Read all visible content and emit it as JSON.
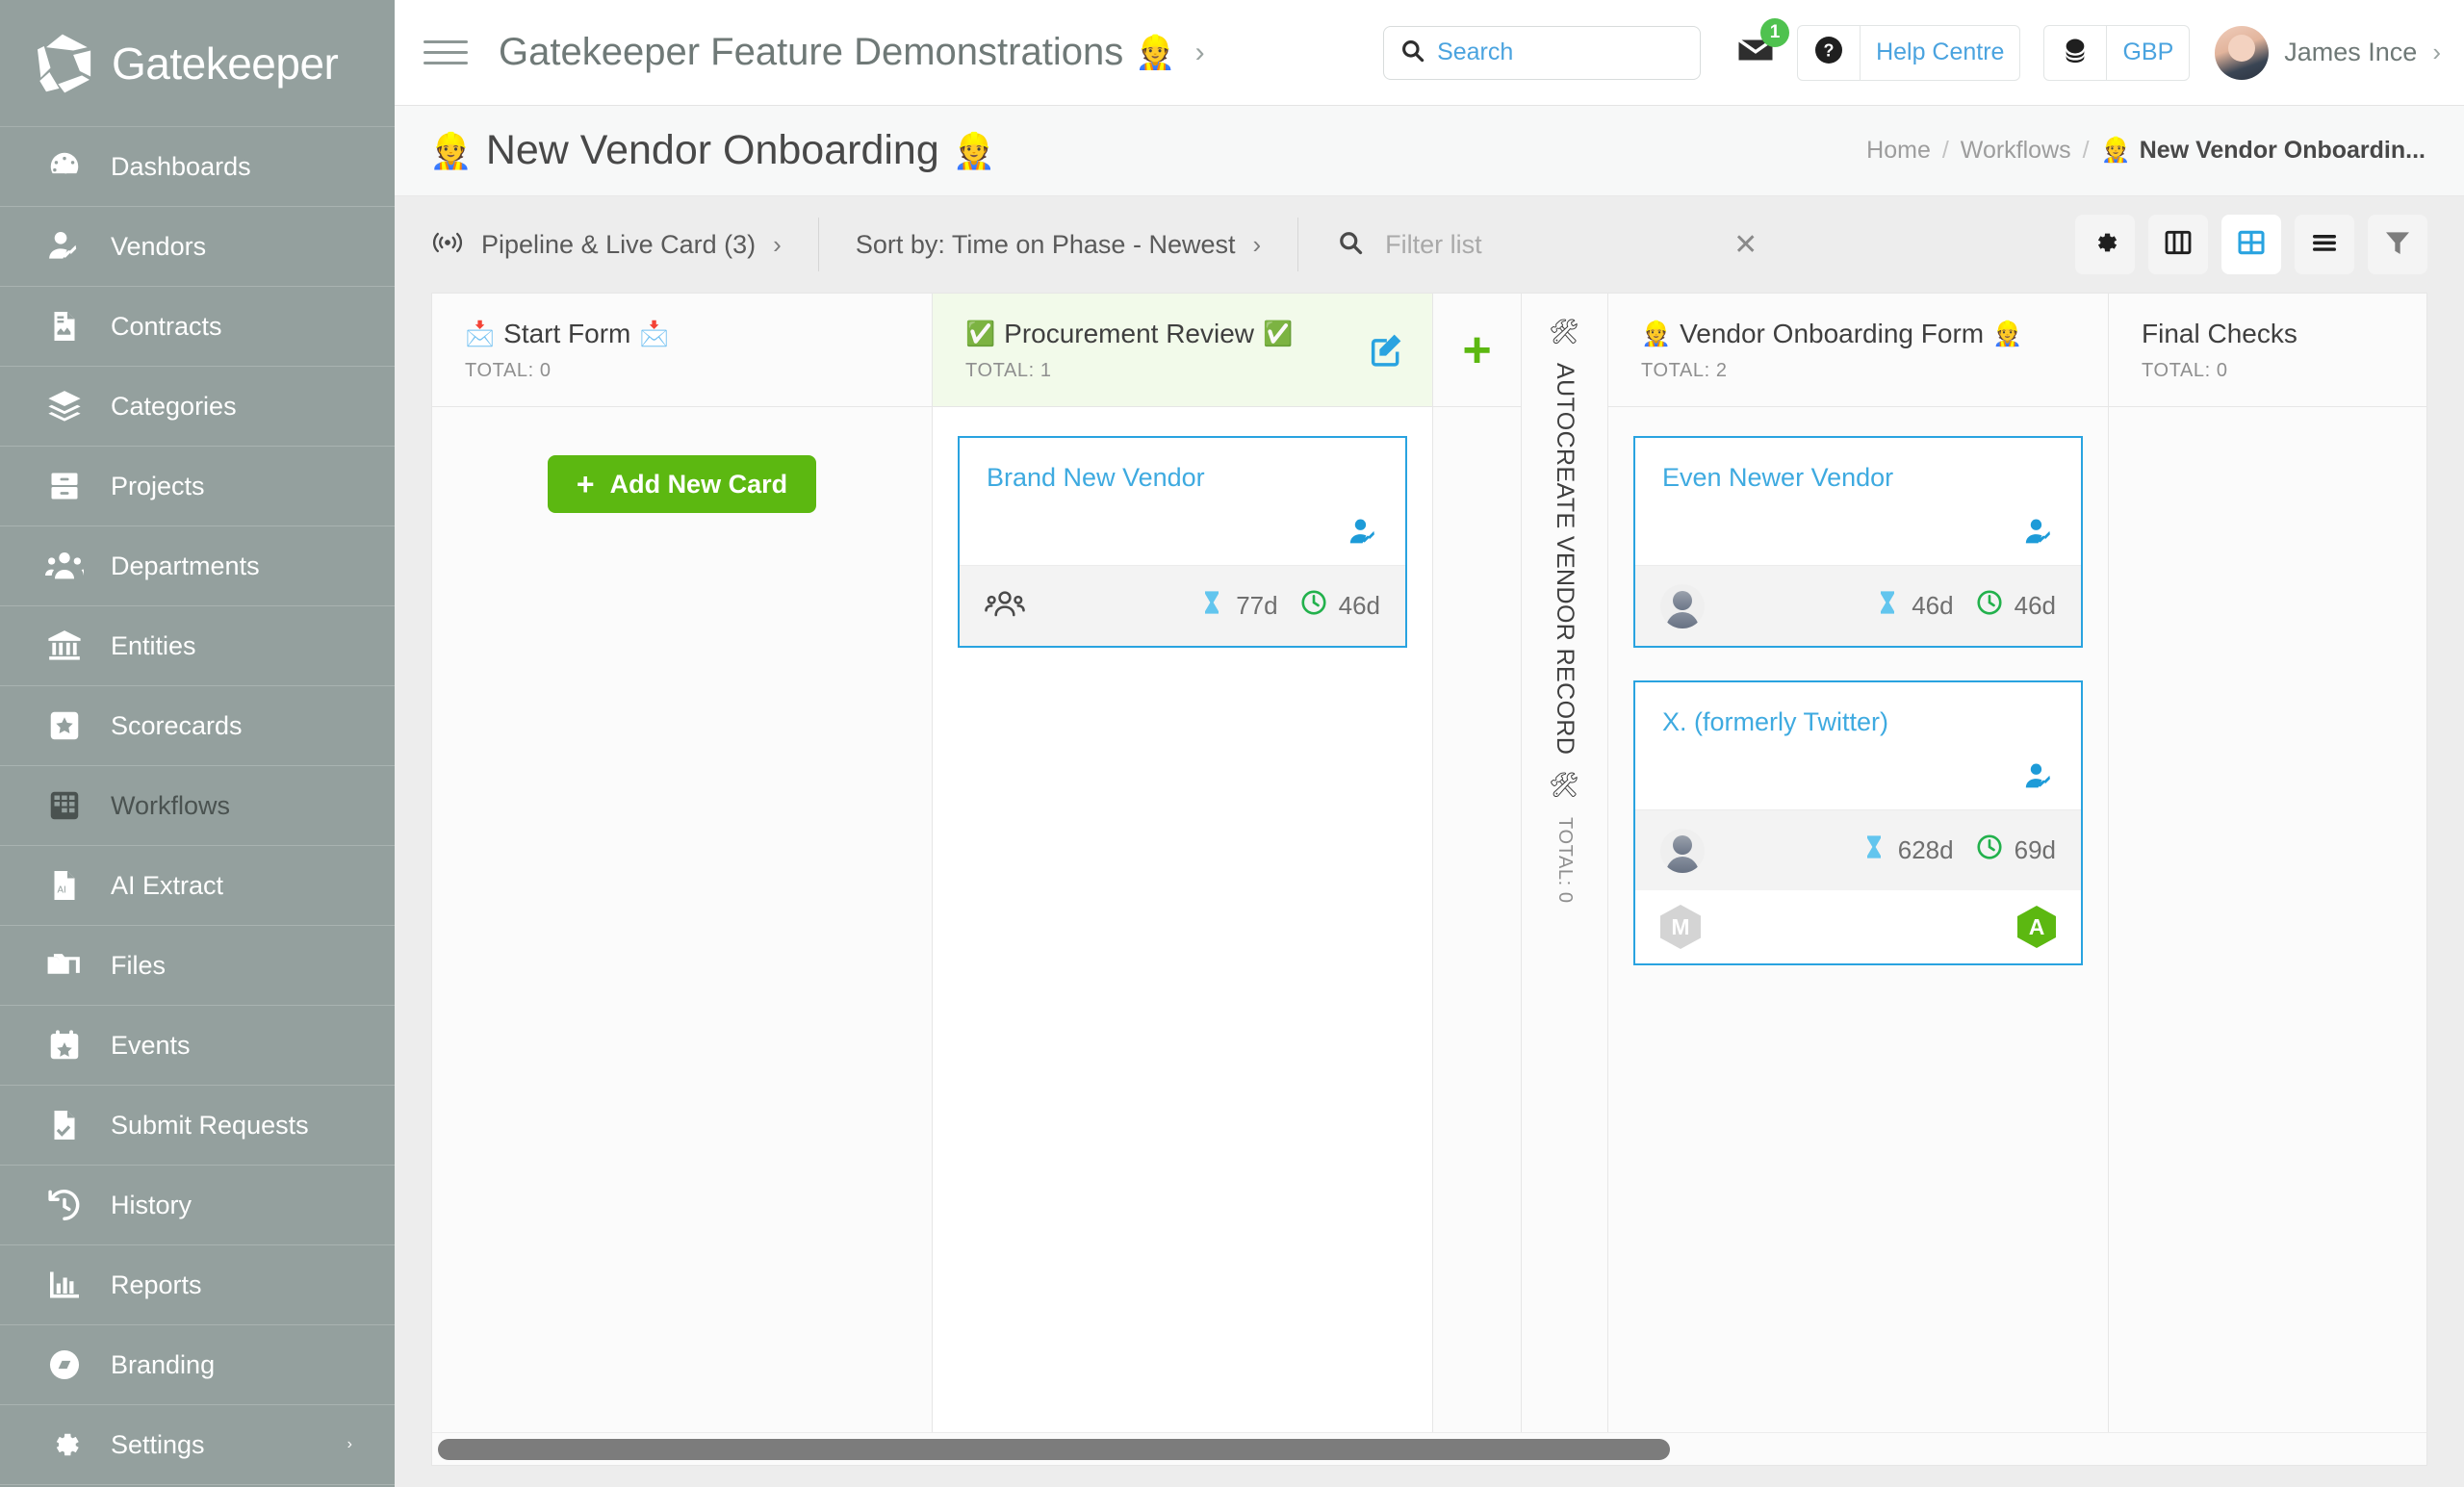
{
  "brand": {
    "name": "Gatekeeper",
    "logo_icon": "gatekeeper-aperture-logo"
  },
  "sidebar": {
    "items": [
      {
        "label": "Dashboards",
        "icon": "gauge-icon",
        "active": false
      },
      {
        "label": "Vendors",
        "icon": "vendor-user-tools-icon",
        "active": false
      },
      {
        "label": "Contracts",
        "icon": "contract-document-icon",
        "active": false
      },
      {
        "label": "Categories",
        "icon": "layers-icon",
        "active": false
      },
      {
        "label": "Projects",
        "icon": "file-drawer-icon",
        "active": false
      },
      {
        "label": "Departments",
        "icon": "people-group-icon",
        "active": false
      },
      {
        "label": "Entities",
        "icon": "bank-building-icon",
        "active": false
      },
      {
        "label": "Scorecards",
        "icon": "star-square-icon",
        "active": false
      },
      {
        "label": "Workflows",
        "icon": "grid-table-icon",
        "active": true
      },
      {
        "label": "AI Extract",
        "icon": "ai-document-icon",
        "active": false
      },
      {
        "label": "Files",
        "icon": "folders-icon",
        "active": false
      },
      {
        "label": "Events",
        "icon": "calendar-star-icon",
        "active": false
      },
      {
        "label": "Submit Requests",
        "icon": "document-check-icon",
        "active": false
      },
      {
        "label": "History",
        "icon": "clock-rewind-icon",
        "active": false
      },
      {
        "label": "Reports",
        "icon": "bar-chart-icon",
        "active": false
      },
      {
        "label": "Branding",
        "icon": "branding-circle-icon",
        "active": false
      },
      {
        "label": "Settings",
        "icon": "gear-icon",
        "active": false
      }
    ]
  },
  "header": {
    "menu_icon": "hamburger-icon",
    "title": "Gatekeeper Feature Demonstrations",
    "title_emoji": "👷",
    "title_chevron": "›",
    "search": {
      "icon": "search-icon",
      "placeholder": "Search",
      "value": ""
    },
    "mail": {
      "icon": "envelope-icon",
      "badge": "1"
    },
    "help": {
      "icon": "question-mark-icon",
      "label": "Help Centre"
    },
    "currency": {
      "icon": "coins-icon",
      "label": "GBP"
    },
    "user": {
      "name": "James Ince",
      "chevron": "›",
      "avatar": "user-avatar"
    }
  },
  "page": {
    "title": "New Vendor Onboarding",
    "title_emoji_left": "👷",
    "title_emoji_right": "👷",
    "breadcrumb": {
      "items": [
        "Home",
        "Workflows"
      ],
      "separator": "/",
      "current": "New Vendor Onboardin...",
      "current_emoji": "👷"
    }
  },
  "toolbar": {
    "pipeline": {
      "icon": "broadcast-icon",
      "label": "Pipeline & Live Card (3)",
      "chevron": "›"
    },
    "sort": {
      "label": "Sort by: Time on Phase - Newest",
      "chevron": "›"
    },
    "filter": {
      "icon": "search-icon",
      "placeholder": "Filter list",
      "value": "",
      "clear_icon": "close-icon"
    },
    "view_buttons": [
      {
        "name": "settings",
        "icon": "gear-icon",
        "active": false
      },
      {
        "name": "columns",
        "icon": "columns-view-icon",
        "active": false
      },
      {
        "name": "grid",
        "icon": "grid-view-icon",
        "active": true
      },
      {
        "name": "list",
        "icon": "list-view-icon",
        "active": false
      },
      {
        "name": "filter",
        "icon": "funnel-icon",
        "active": false
      }
    ]
  },
  "board": {
    "total_label_prefix": "TOTAL:",
    "add_card_button": {
      "label": "Add New Card",
      "plus": "+"
    },
    "add_phase_button": {
      "plus": "+"
    },
    "columns": [
      {
        "id": "start-form",
        "title": "Start Form",
        "emoji_left": "📩",
        "emoji_right": "📩",
        "total": "TOTAL: 0",
        "highlighted": false,
        "cards": []
      },
      {
        "id": "procurement-review",
        "title": "Procurement Review",
        "emoji_left": "✅",
        "emoji_right": "✅",
        "total": "TOTAL: 1",
        "highlighted": true,
        "edit_icon": "edit-pencil-icon",
        "cards": [
          {
            "title": "Brand New Vendor",
            "vendor_icon": "vendor-user-tools-icon",
            "owner_icon": "people-group-icon",
            "time_on_phase": "77d",
            "time_total": "46d",
            "hourglass_icon": "hourglass-icon",
            "clock_icon": "clock-icon",
            "has_bottom_row": false
          }
        ]
      },
      {
        "id": "autocreate-vendor-record",
        "title": "AUTOCREATE VENDOR RECORD",
        "emoji_left": "🛠",
        "emoji_right": "🛠",
        "total": "TOTAL: 0",
        "vertical": true,
        "cards": []
      },
      {
        "id": "vendor-onboarding-form",
        "title": "Vendor Onboarding Form",
        "emoji_left": "👷",
        "emoji_right": "👷",
        "total": "TOTAL: 2",
        "highlighted": false,
        "cards": [
          {
            "title": "Even Newer Vendor",
            "vendor_icon": "vendor-user-tools-icon",
            "owner_icon": "avatar-icon",
            "time_on_phase": "46d",
            "time_total": "46d",
            "hourglass_icon": "hourglass-icon",
            "clock_icon": "clock-icon",
            "has_bottom_row": false
          },
          {
            "title": "X. (formerly Twitter)",
            "vendor_icon": "vendor-user-tools-icon",
            "owner_icon": "avatar-icon",
            "time_on_phase": "628d",
            "time_total": "69d",
            "hourglass_icon": "hourglass-icon",
            "clock_icon": "clock-icon",
            "has_bottom_row": true,
            "bottom_left_badge": "M",
            "bottom_right_badge": "A"
          }
        ]
      },
      {
        "id": "final-checks",
        "title": "Final Checks",
        "emoji_left": "",
        "emoji_right": "",
        "total": "TOTAL: 0",
        "highlighted": false,
        "cards": []
      }
    ]
  },
  "colors": {
    "sidebar_bg": "#94a09e",
    "accent_blue": "#29a3e0",
    "accent_green": "#5cb811",
    "badge_green": "#4fc24f",
    "highlight_column": "#f2faea",
    "link_blue": "#4aa3df"
  }
}
